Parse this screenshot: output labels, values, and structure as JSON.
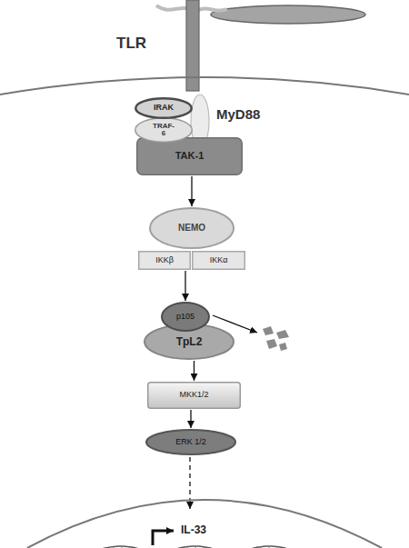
{
  "diagram": {
    "nodes": [
      {
        "text": [
          "IRAK"
        ]
      },
      {
        "text": [
          "TRAF-6"
        ]
      },
      {
        "text": [
          "TAK-1"
        ]
      },
      {
        "text": [
          "NEMO"
        ]
      },
      {
        "text": [
          "IKKβ"
        ]
      },
      {
        "text": [
          "IKKα"
        ]
      },
      {
        "text": [
          "p105"
        ]
      },
      {
        "text": [
          "TpL2"
        ]
      },
      {
        "text": [
          "MKK1/2"
        ]
      },
      {
        "text": [
          "ERK 1/2"
        ]
      }
    ],
    "edges": [
      {
        "from": 2,
        "to": 3,
        "arrow": "to"
      },
      {
        "from": 4,
        "to": 6,
        "arrow": "to"
      },
      {
        "from": 7,
        "to": 8,
        "arrow": "to"
      },
      {
        "from": 8,
        "to": 9,
        "arrow": "to"
      }
    ],
    "labels": [
      "TLR",
      "MyD88",
      "IL-33"
    ]
  }
}
